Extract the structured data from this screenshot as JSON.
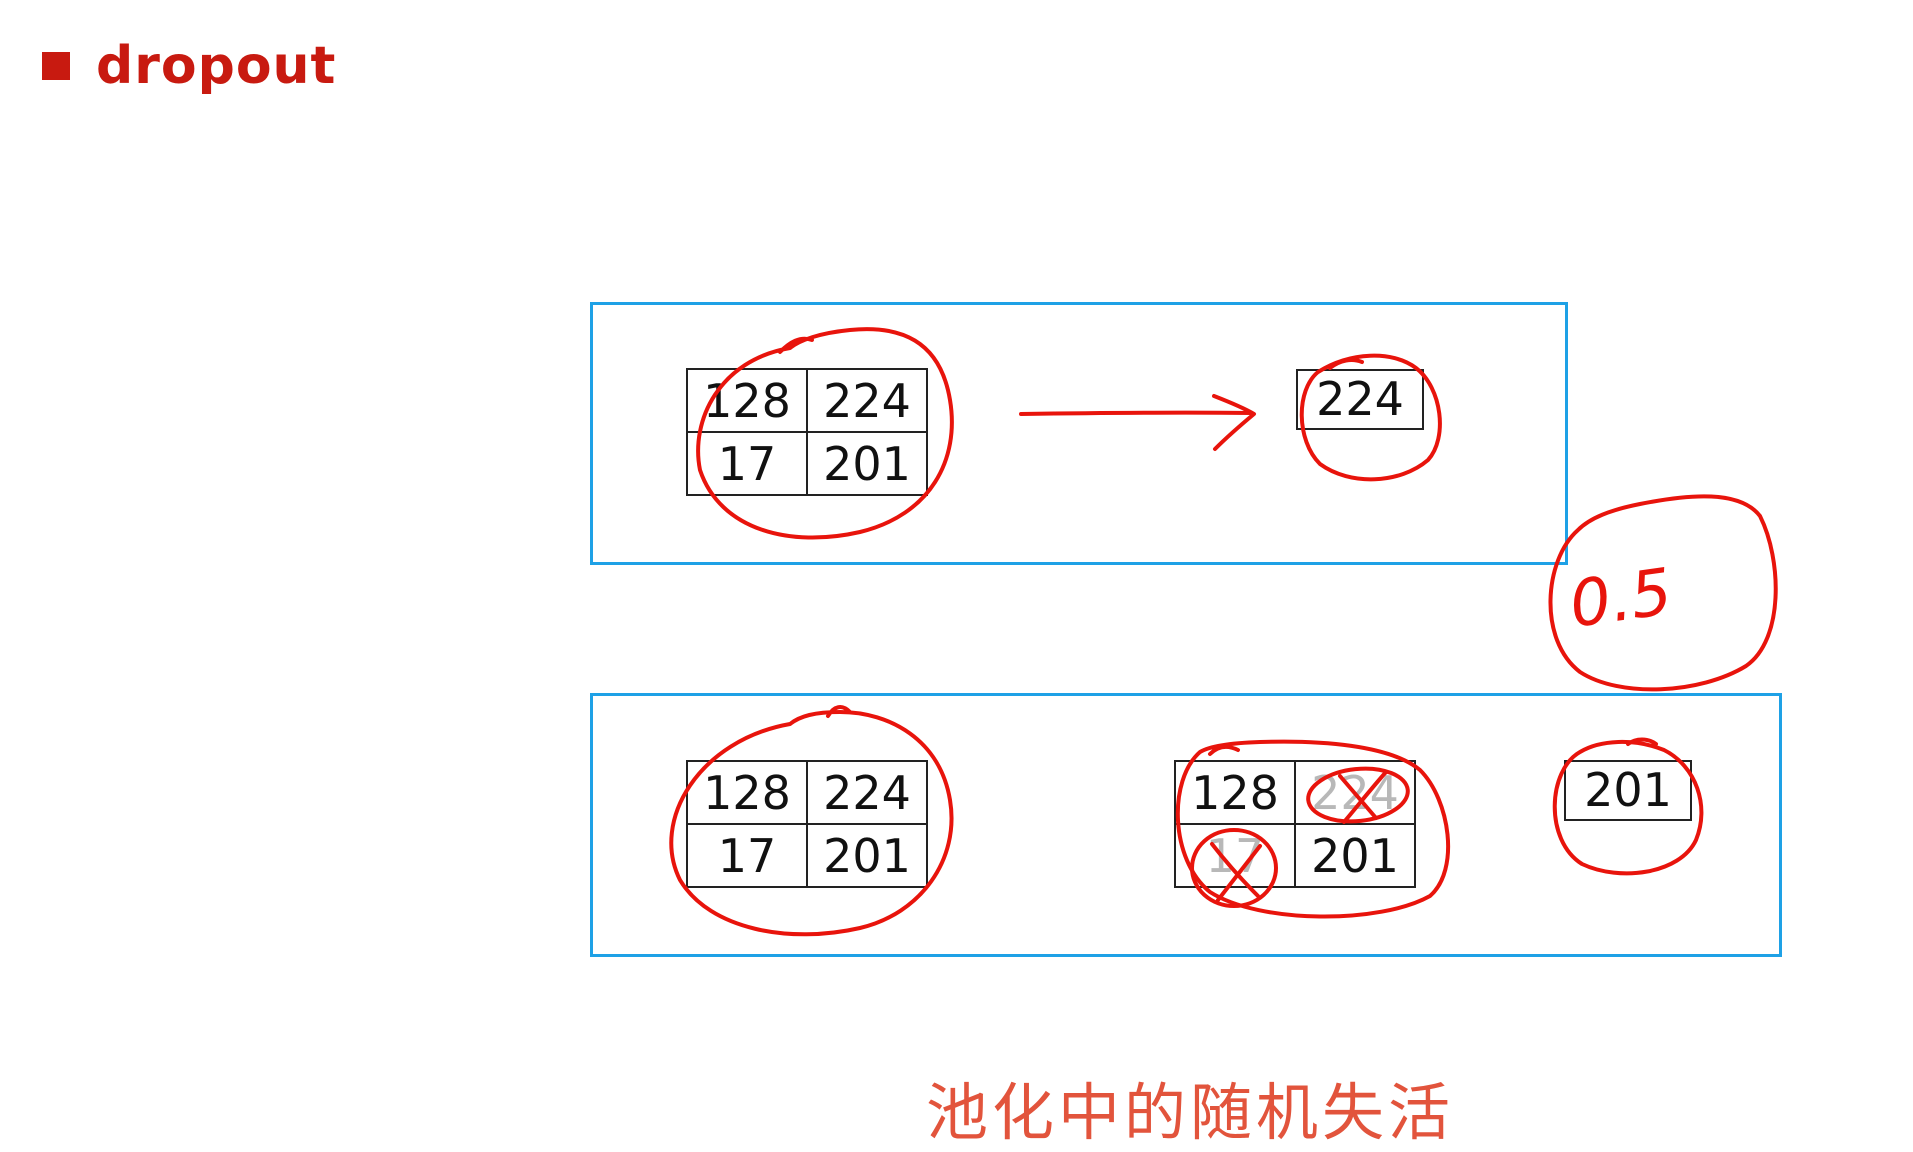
{
  "heading": {
    "text": "dropout",
    "bullet_color": "#c81a10"
  },
  "top_example": {
    "input_grid": [
      [
        "128",
        "224"
      ],
      [
        "17",
        "201"
      ]
    ],
    "output_value": "224"
  },
  "bottom_example": {
    "input_grid": [
      [
        "128",
        "224"
      ],
      [
        "17",
        "201"
      ]
    ],
    "dropped_grid": [
      [
        "128",
        "224"
      ],
      [
        "17",
        "201"
      ]
    ],
    "dropped_cells": [
      "224",
      "17"
    ],
    "output_value": "201"
  },
  "annotation": {
    "probability": "0.5"
  },
  "caption": "池化中的随机失活",
  "colors": {
    "panel_border": "#1ea1e6",
    "ink": "#e8140c",
    "caption": "#e2543c"
  }
}
